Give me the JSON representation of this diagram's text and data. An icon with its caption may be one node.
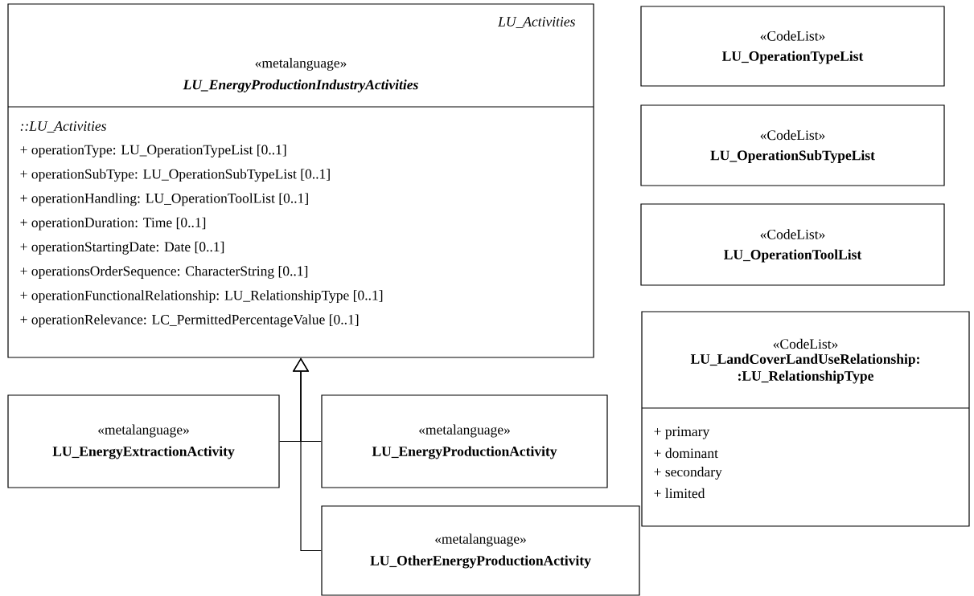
{
  "diagram": {
    "nodes": [
      {
        "text": [
          "LU_Activities",
          "«metalanguage»",
          "LU_EnergyProductionIndustryActivities",
          "::LU_Activities",
          "+ operationType: LU_OperationTypeList [0..1]",
          "+ operationSubType: LU_OperationSubTypeList [0..1]",
          "+ operationHandling: LU_OperationToolList [0..1]",
          "+ operationDuration: Time [0..1]",
          "+ operationStartingDate: Date [0..1]",
          "+ operationsOrderSequence: CharacterString [0..1]",
          "+ operationFunctionalRelationship: LU_RelationshipType [0..1]",
          "+ operationRelevance: LC_PermittedPercentageValue [0..1]"
        ]
      },
      {
        "text": [
          "«CodeList»",
          "LU_OperationTypeList"
        ]
      },
      {
        "text": [
          "«CodeList»",
          "LU_OperationSubTypeList"
        ]
      },
      {
        "text": [
          "«CodeList»",
          "LU_OperationToolList"
        ]
      },
      {
        "text": [
          "«metalanguage»",
          "LU_EnergyExtractionActivity"
        ]
      },
      {
        "text": [
          "«metalanguage»",
          "LU_EnergyProductionActivity"
        ]
      },
      {
        "text": [
          "«CodeList»",
          "LU_LandCoverLandUseRelationship: :LU_RelationshipType",
          "+ primary",
          "+ dominant",
          "+ secondary",
          "+ limited"
        ]
      },
      {
        "text": [
          "«metalanguage»",
          "LU_OtherEnergyProductionActivity"
        ]
      }
    ],
    "edges": [
      {
        "from": 4,
        "to": 0,
        "arrow": "to"
      },
      {
        "from": 5,
        "to": 0,
        "arrow": "to"
      },
      {
        "from": 7,
        "to": 0,
        "arrow": "to"
      }
    ]
  }
}
